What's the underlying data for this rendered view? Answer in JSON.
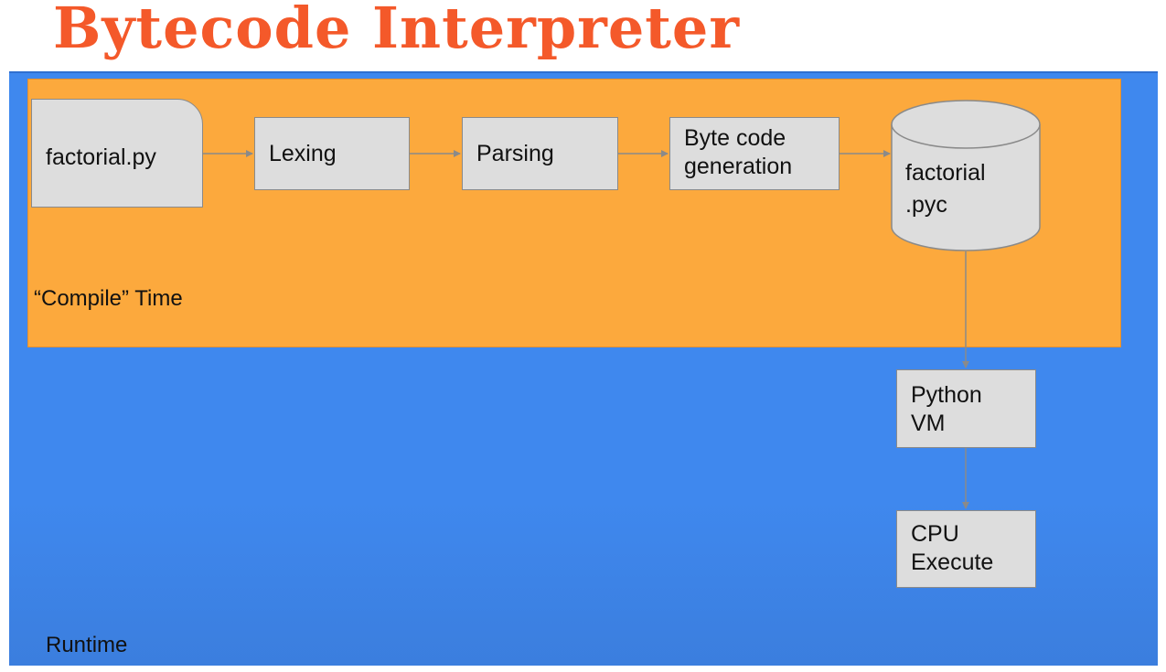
{
  "title": "Bytecode Interpreter",
  "regions": {
    "compile_label": "“Compile” Time",
    "runtime_label": "Runtime"
  },
  "nodes": {
    "source": "factorial.py",
    "lexing": "Lexing",
    "parsing": "Parsing",
    "bytecode_gen_line1": "Byte code",
    "bytecode_gen_line2": "generation",
    "pyc_line1": "factorial",
    "pyc_line2": ".pyc",
    "vm_line1": "Python",
    "vm_line2": "VM",
    "cpu_line1": "CPU",
    "cpu_line2": "Execute"
  },
  "colors": {
    "title": "#f4592a",
    "compile_region": "#fca93d",
    "runtime_region": "#3f88ee",
    "node_fill": "#dddddd",
    "arrow": "#8a8a8a"
  }
}
